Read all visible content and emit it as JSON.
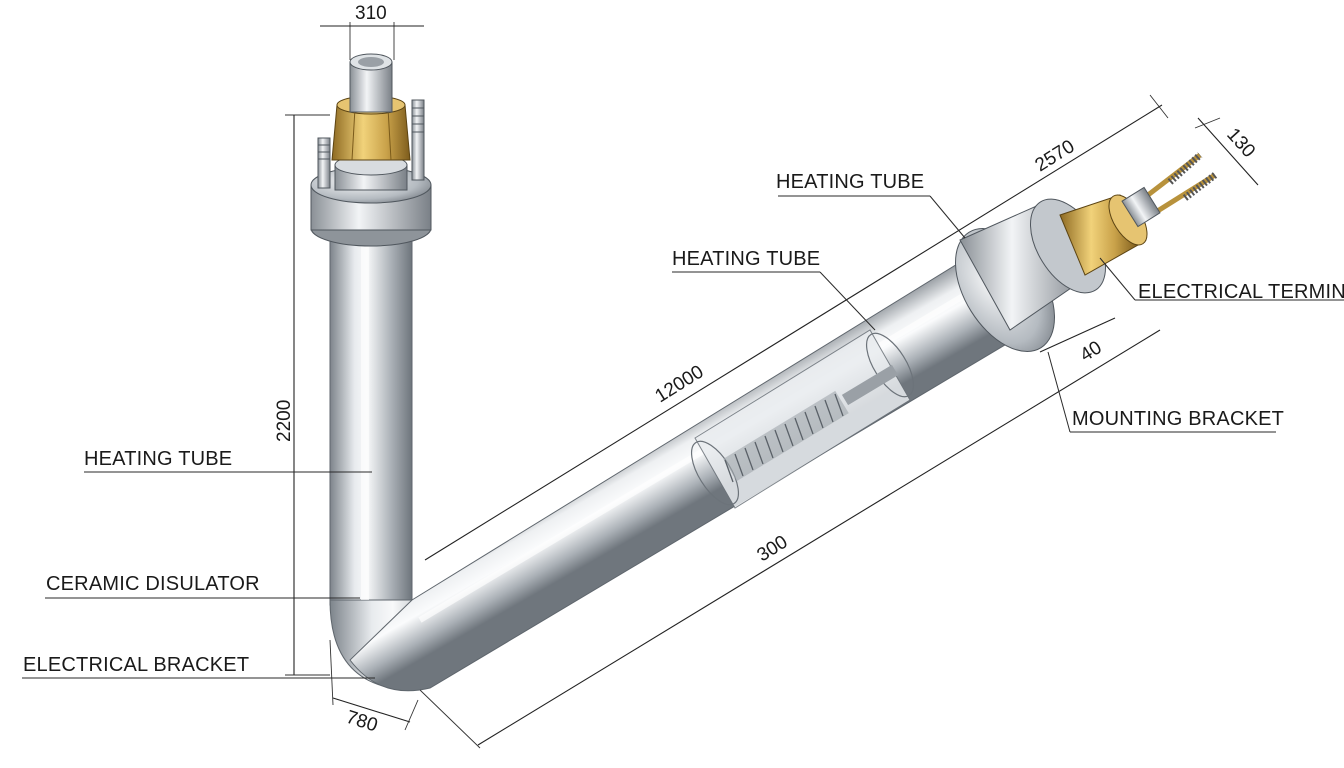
{
  "labels": {
    "heating_tube_upper": "HEATING TUBE",
    "heating_tube_middle": "HEATING TUBE",
    "heating_tube_left": "HEATING TUBE",
    "electrical_terminal": "ELECTRICAL TERMINAL",
    "mounting_bracket": "MOUNTING BRACKET",
    "ceramic_insulator": "CERAMIC DISULATOR",
    "electrical_bracket": "ELECTRICAL BRACKET"
  },
  "dimensions": {
    "top_width": "310",
    "vertical_length": "2200",
    "diagonal_upper": "12000",
    "diagonal_lower": "300",
    "overall_top": "2570",
    "terminal_length": "130",
    "flange_offset": "40",
    "bend_width": "780"
  },
  "colors": {
    "tube_dark": "#7d848b",
    "tube_light": "#f4f6f8",
    "brass": "#c9a24a",
    "line": "#222222"
  }
}
